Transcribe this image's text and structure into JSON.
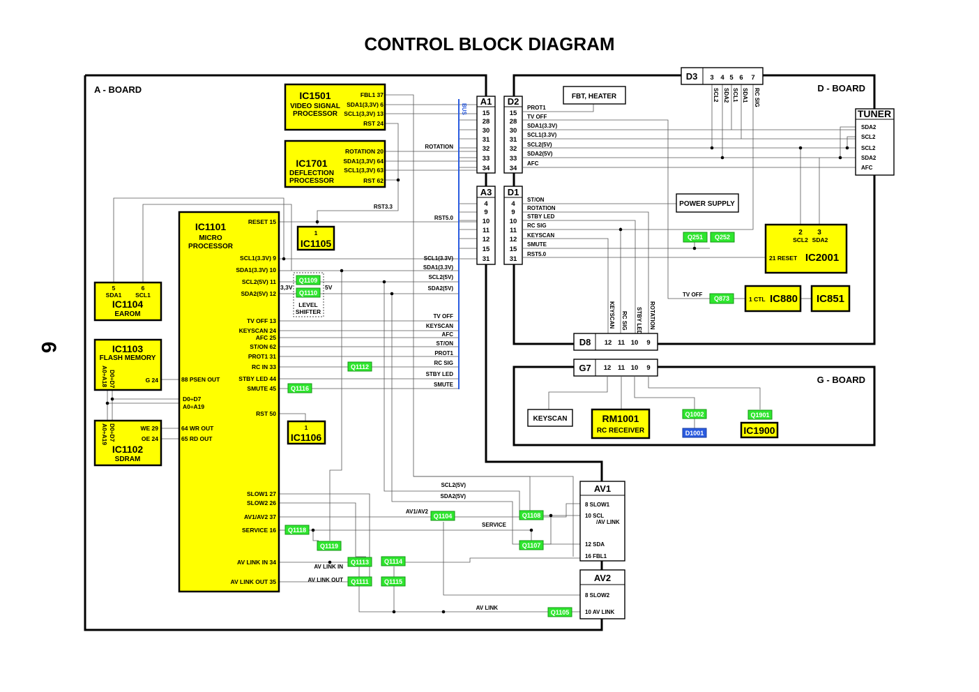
{
  "title": "CONTROL BLOCK DIAGRAM",
  "page_number": "6",
  "colors": {
    "ic_fill": "#ffff00",
    "transistor_fill": "#2ee62e",
    "diode_fill": "#2a5be0",
    "bus_line": "#2a5be0"
  },
  "boards": {
    "a": "A - BOARD",
    "d": "D - BOARD",
    "g": "G - BOARD"
  },
  "ic1501": {
    "name": "IC1501",
    "line1": "VIDEO SIGNAL",
    "line2": "PROCESSOR",
    "pins": [
      "FBL1 37",
      "SDA1(3,3V) 6",
      "SCL1(3,3V) 13",
      "RST 24"
    ]
  },
  "ic1701": {
    "name": "IC1701",
    "line1": "DEFLECTION",
    "line2": "PROCESSOR",
    "pins": [
      "ROTATION 20",
      "SDA1(3,3V) 64",
      "SCL1(3,3V) 63",
      "RST 62"
    ]
  },
  "ic1101": {
    "name": "IC1101",
    "line1": "MICRO",
    "line2": "PROCESSOR",
    "right_pins": [
      "RESET 15",
      "SCL1(3.3V) 9",
      "SDA1(3.3V) 10",
      "SCL2(5V) 11",
      "SDA2(5V) 12",
      "TV OFF 13",
      "KEYSCAN 24",
      "AFC 25",
      "ST/ON 62",
      "PROT1 31",
      "RC IN 33",
      "STBY LED 44",
      "SMUTE 45",
      "RST 50",
      "SLOW1 27",
      "SLOW2 26",
      "AV1/AV2 37",
      "SERVICE 16",
      "AV LINK IN 34",
      "AV LINK OUT 35"
    ],
    "left_pins": [
      "88 PSEN OUT",
      "D0÷D7",
      "A0÷A19",
      "64 WR OUT",
      "65 RD OUT"
    ]
  },
  "ic1104": {
    "name": "IC1104",
    "sub": "EAROM",
    "pins": [
      "5",
      "6",
      "SDA1",
      "SCL1"
    ]
  },
  "ic1103": {
    "name": "IC1103",
    "sub": "FLASH MEMORY",
    "pins": [
      "D0÷D7",
      "A0÷A18",
      "G 24"
    ]
  },
  "ic1102": {
    "name": "IC1102",
    "sub": "SDRAM",
    "pins": [
      "D0÷D7",
      "A0÷A19",
      "WE 29",
      "OE 24"
    ]
  },
  "ic1105": {
    "name": "IC1105",
    "pin": "1"
  },
  "ic1106": {
    "name": "IC1106",
    "pin": "1"
  },
  "level_shifter": {
    "line1": "LEVEL",
    "line2": "SHIFTER",
    "v_left": "3,3V",
    "v_right": "5V"
  },
  "transistors_a": [
    "Q1109",
    "Q1110",
    "Q1112",
    "Q1116",
    "Q1118",
    "Q1119",
    "Q1113",
    "Q1114",
    "Q1111",
    "Q1115",
    "Q1104",
    "Q1108",
    "Q1107",
    "Q1105"
  ],
  "bus_label": "BUS",
  "a_signals": {
    "rotation": "ROTATION",
    "rst33": "RST3.3",
    "rst50": "RST5.0",
    "scl1": "SCL1(3.3V)",
    "sda1": "SDA1(3.3V)",
    "scl2": "SCL2(5V)",
    "sda2": "SDA2(5V)",
    "tvoff": "TV OFF",
    "keyscan": "KEYSCAN",
    "afc": "AFC",
    "ston": "ST/ON",
    "prot1": "PROT1",
    "rcsig": "RC SIG",
    "stbyled": "STBY LED",
    "smute": "SMUTE",
    "scl2b": "SCL2(5V)",
    "sda2b": "SDA2(5V)",
    "av1av2": "AV1/AV2",
    "service": "SERVICE",
    "avlinkin": "AV LINK IN",
    "avlinkout": "AV LINK OUT",
    "avlink": "AV LINK"
  },
  "conn_a1": {
    "name": "A1",
    "pins": [
      "15",
      "28",
      "30",
      "31",
      "32",
      "33",
      "34"
    ]
  },
  "conn_d2": {
    "name": "D2",
    "pins": [
      "15",
      "28",
      "30",
      "31",
      "32",
      "33",
      "34"
    ]
  },
  "conn_a3": {
    "name": "A3",
    "pins": [
      "4",
      "9",
      "10",
      "11",
      "12",
      "15",
      "31"
    ]
  },
  "conn_d1": {
    "name": "D1",
    "pins": [
      "4",
      "9",
      "10",
      "11",
      "12",
      "15",
      "31"
    ]
  },
  "d2_signals": [
    "PROT1",
    "TV OFF",
    "SDA1(3.3V)",
    "SCL1(3.3V)",
    "SCL2(5V)",
    "SDA2(5V)",
    "AFC"
  ],
  "d1_signals": [
    "ST/ON",
    "ROTATION",
    "STBY LED",
    "RC SIG",
    "KEYSCAN",
    "SMUTE",
    "RST5.0"
  ],
  "conn_d3": {
    "name": "D3",
    "pins": [
      "3",
      "4",
      "5",
      "6",
      "7"
    ],
    "signals": [
      "SCL2",
      "SDA2",
      "SCL1",
      "SDA1",
      "RC SIG"
    ]
  },
  "fbt": "FBT, HEATER",
  "tuner": {
    "name": "TUNER",
    "pins": [
      "SDA2",
      "SCL2",
      "SCL2",
      "SDA2",
      "AFC"
    ]
  },
  "power_supply": "POWER SUPPLY",
  "transistors_d": [
    "Q251",
    "Q252",
    "Q873"
  ],
  "ic2001": {
    "name": "IC2001",
    "pins": [
      "2",
      "3",
      "SCL2",
      "SDA2",
      "21 RESET"
    ]
  },
  "ic880": {
    "name": "IC880",
    "pin": "1 CTL"
  },
  "ic851": {
    "name": "IC851"
  },
  "tvoff_d": "TV OFF",
  "d8_vertical": [
    "KEYSCAN",
    "RC SIG",
    "STBY LED",
    "ROTATION"
  ],
  "conn_d8": {
    "name": "D8",
    "pins": [
      "12",
      "11",
      "10",
      "9"
    ]
  },
  "conn_g7": {
    "name": "G7",
    "pins": [
      "12",
      "11",
      "10",
      "9"
    ]
  },
  "g_keyscan": "KEYSCAN",
  "rm1001": {
    "name": "RM1001",
    "sub": "RC RECEIVER"
  },
  "ic1900": {
    "name": "IC1900"
  },
  "transistors_g": [
    "Q1002",
    "Q1901"
  ],
  "diode_g": "D1001",
  "av1": {
    "name": "AV1",
    "pins": [
      "8 SLOW1",
      "10 SCL",
      "/AV LINK",
      "12 SDA",
      "16 FBL1"
    ]
  },
  "av2": {
    "name": "AV2",
    "pins": [
      "8 SLOW2",
      "10 AV LINK"
    ]
  }
}
